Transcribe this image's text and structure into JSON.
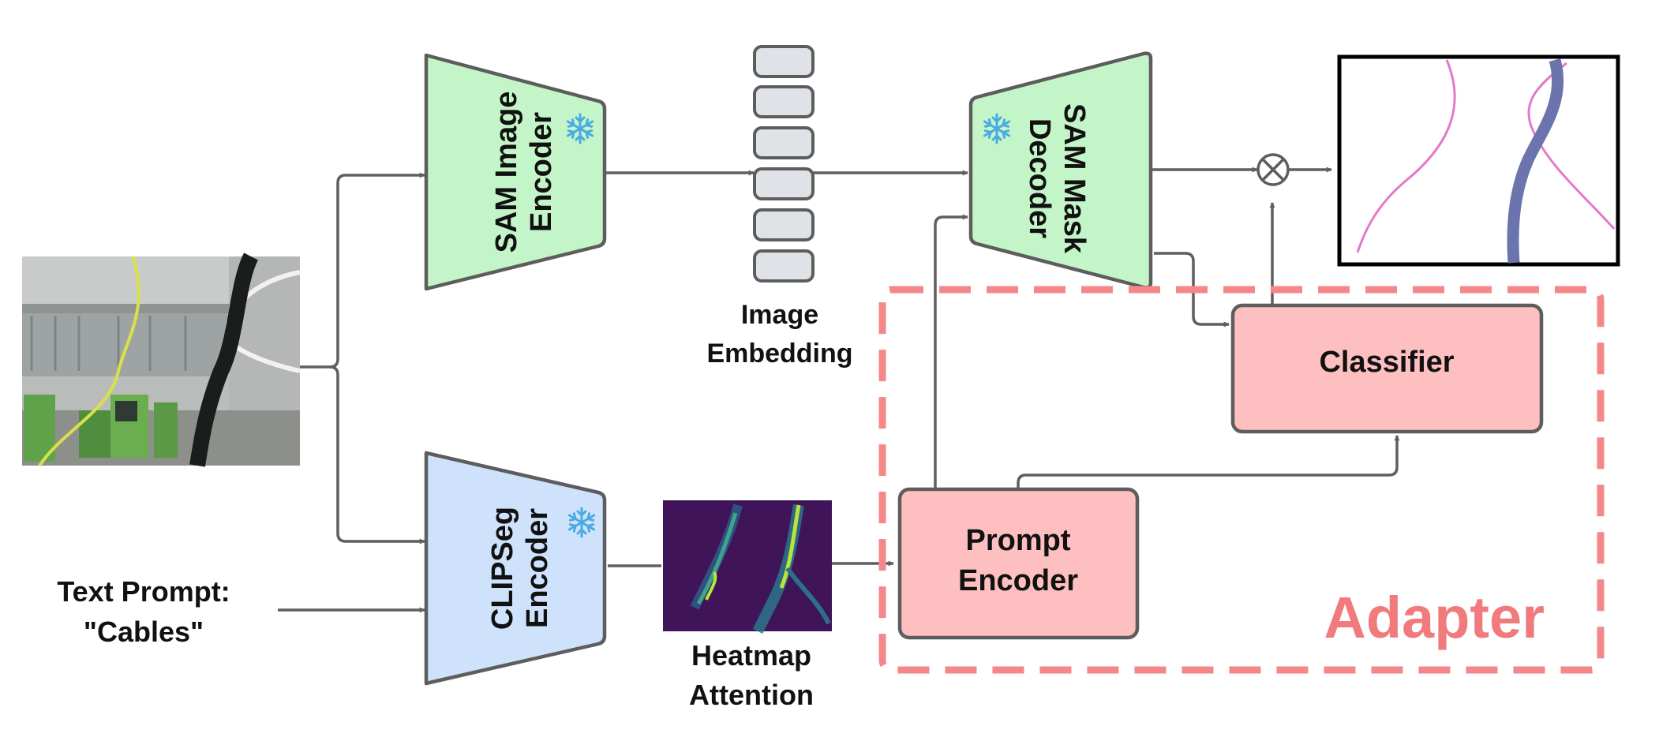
{
  "colors": {
    "frozen_green": "#c4f5c8",
    "frozen_blue": "#cfe2fb",
    "adapter_pink": "#fdbfc0",
    "adapter_dash": "#f58789",
    "adapter_label": "#f07a7c",
    "box_stroke": "#5d5d5d",
    "wire": "#5f5f5f",
    "snowflake": "#4aaae3",
    "embedding_cell": "#dfe2e7",
    "mask_magenta": "#e27ac8",
    "mask_blue": "#6b74ad",
    "heatmap_bg": "#3f1459",
    "heatmap_hot": "#b8e53a"
  },
  "text_prompt": {
    "line1": "Text Prompt:",
    "line2": "\"Cables\""
  },
  "sam_image_encoder": {
    "line1": "SAM Image",
    "line2": "Encoder"
  },
  "clipseg_encoder": {
    "line1": "CLIPSeg",
    "line2": "Encoder"
  },
  "sam_mask_decoder": {
    "line1": "SAM Mask",
    "line2": "Decoder"
  },
  "image_embedding": {
    "line1": "Image",
    "line2": "Embedding"
  },
  "heatmap_attention": {
    "line1": "Heatmap",
    "line2": "Attention"
  },
  "prompt_encoder": {
    "line1": "Prompt",
    "line2": "Encoder"
  },
  "classifier": {
    "label": "Classifier"
  },
  "adapter": {
    "label": "Adapter"
  },
  "icons": {
    "frozen": "snowflake-icon",
    "multiply": "circled-times-icon"
  }
}
